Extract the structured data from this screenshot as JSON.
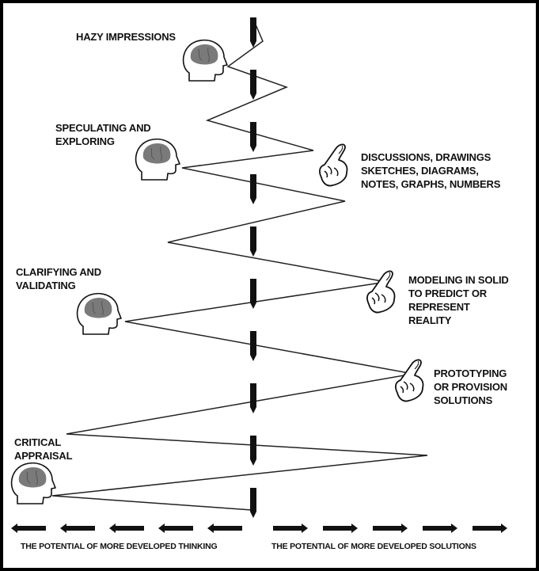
{
  "stages": [
    {
      "id": "hazy",
      "lines": [
        "HAZY IMPRESSIONS"
      ]
    },
    {
      "id": "speculating",
      "lines": [
        "SPECULATING AND",
        "EXPLORING"
      ]
    },
    {
      "id": "clarifying",
      "lines": [
        "CLARIFYING AND",
        "VALIDATING"
      ]
    },
    {
      "id": "critical",
      "lines": [
        "CRITICAL",
        "APPRAISAL"
      ]
    }
  ],
  "activities": [
    {
      "id": "discussions",
      "lines": [
        "DISCUSSIONS, DRAWINGS",
        "SKETCHES, DIAGRAMS,",
        "NOTES, GRAPHS, NUMBERS"
      ]
    },
    {
      "id": "modeling",
      "lines": [
        "MODELING IN SOLID",
        "TO PREDICT OR",
        "REPRESENT",
        "REALITY"
      ]
    },
    {
      "id": "prototyping",
      "lines": [
        "PROTOTYPING",
        "OR PROVISION",
        "SOLUTIONS"
      ]
    }
  ],
  "axis": {
    "left_label": "THE POTENTIAL OF MORE DEVELOPED THINKING",
    "right_label": "THE POTENTIAL OF MORE DEVELOPED SOLUTIONS"
  },
  "icons": {
    "thinking": "head-with-brain-icon",
    "making": "pointing-hand-icon",
    "direction_left": "arrow-left-icon",
    "direction_right": "arrow-right-icon"
  },
  "colors": {
    "ink": "#111111",
    "brain": "#7a7a7a",
    "background": "#ffffff",
    "frame": "#000000"
  }
}
